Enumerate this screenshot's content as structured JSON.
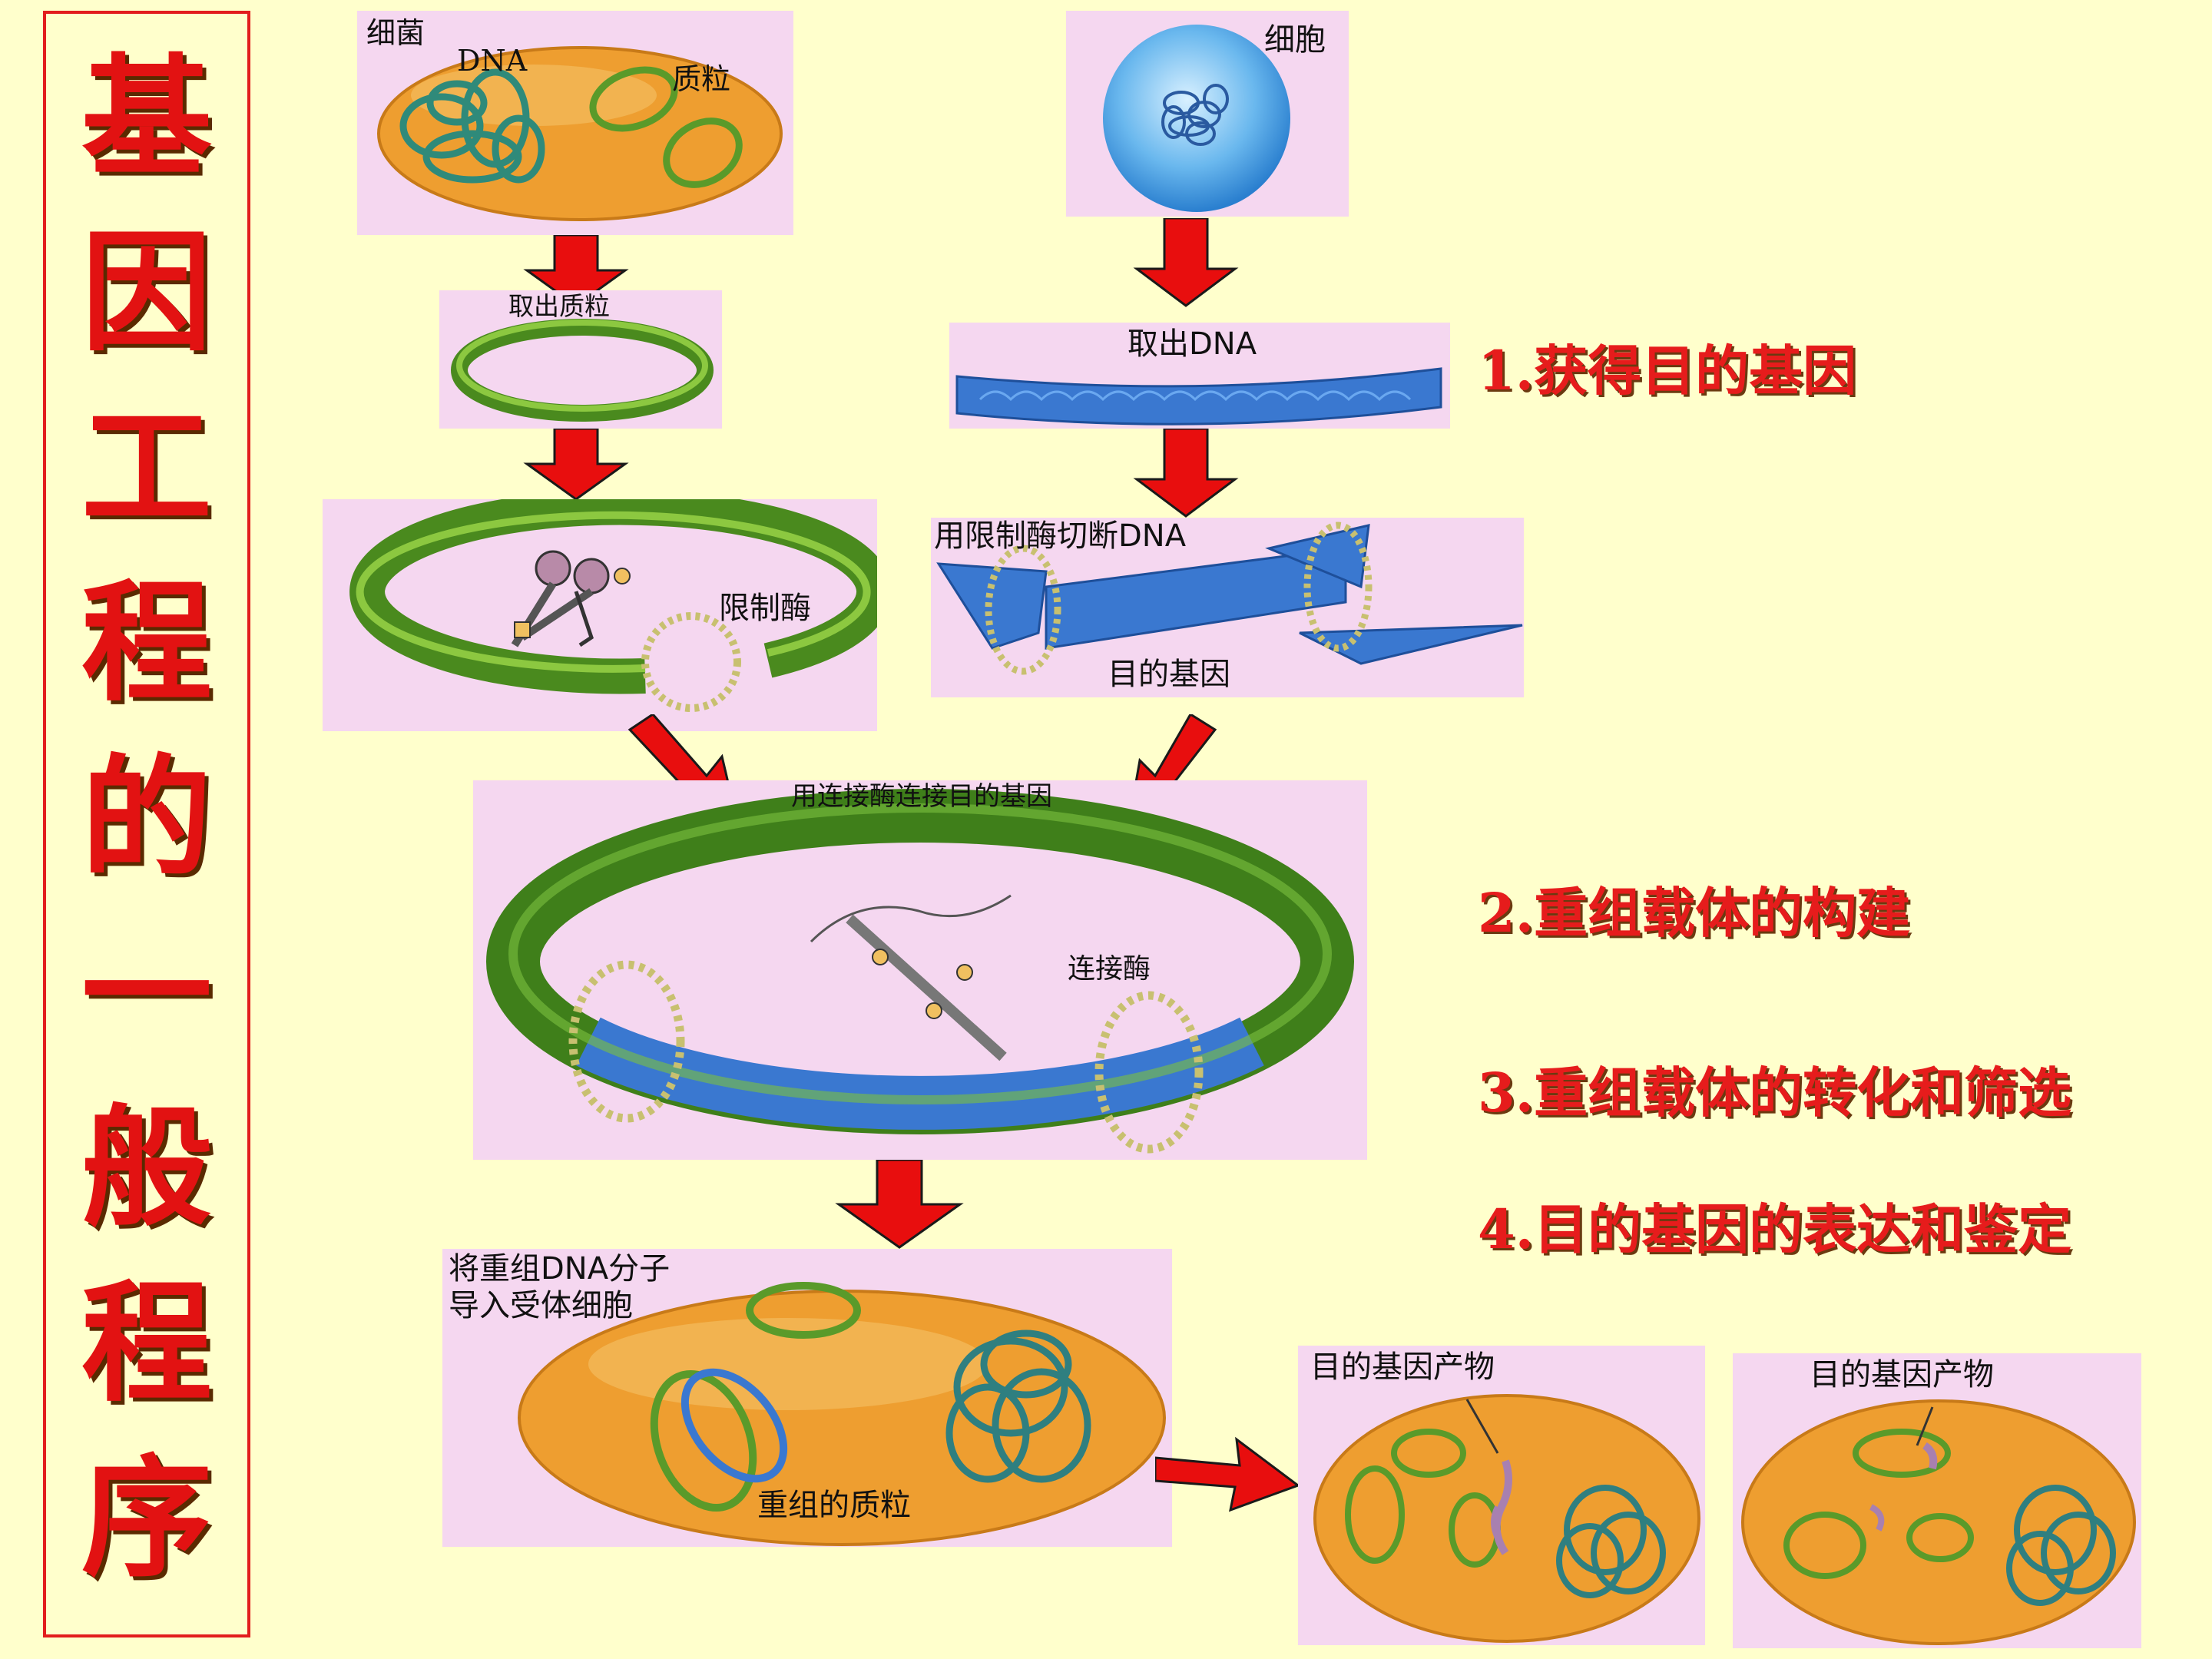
{
  "title": {
    "chars": [
      "基",
      "因",
      "工",
      "程",
      "的",
      "一",
      "般",
      "程",
      "序"
    ]
  },
  "steps": [
    "1.获得目的基因",
    "2.重组载体的构建",
    "3.重组载体的转化和筛选",
    "4.目的基因的表达和鉴定"
  ],
  "labels": {
    "bacteria": "细菌",
    "dna": "DNA",
    "plasmid": "质粒",
    "cell": "细胞",
    "extract_plasmid": "取出质粒",
    "extract_dna": "取出DNA",
    "restriction_enzyme": "限制酶",
    "cut_dna": "用限制酶切断DNA",
    "target_gene": "目的基因",
    "ligase_connect": "用连接酶连接目的基因",
    "ligase": "连接酶",
    "introduce_line1": "将重组DNA分子",
    "introduce_line2": "导入受体细胞",
    "recombinant_plasmid": "重组的质粒",
    "product1": "目的基因产物",
    "product2": "目的基因产物"
  },
  "colors": {
    "background": "#ffffcc",
    "panel": "#f5d7f0",
    "accent_red": "#e21212",
    "plasmid_green": "#5a9a2a",
    "dna_blue": "#3a78d0",
    "bacteria_orange": "#f0a030"
  }
}
